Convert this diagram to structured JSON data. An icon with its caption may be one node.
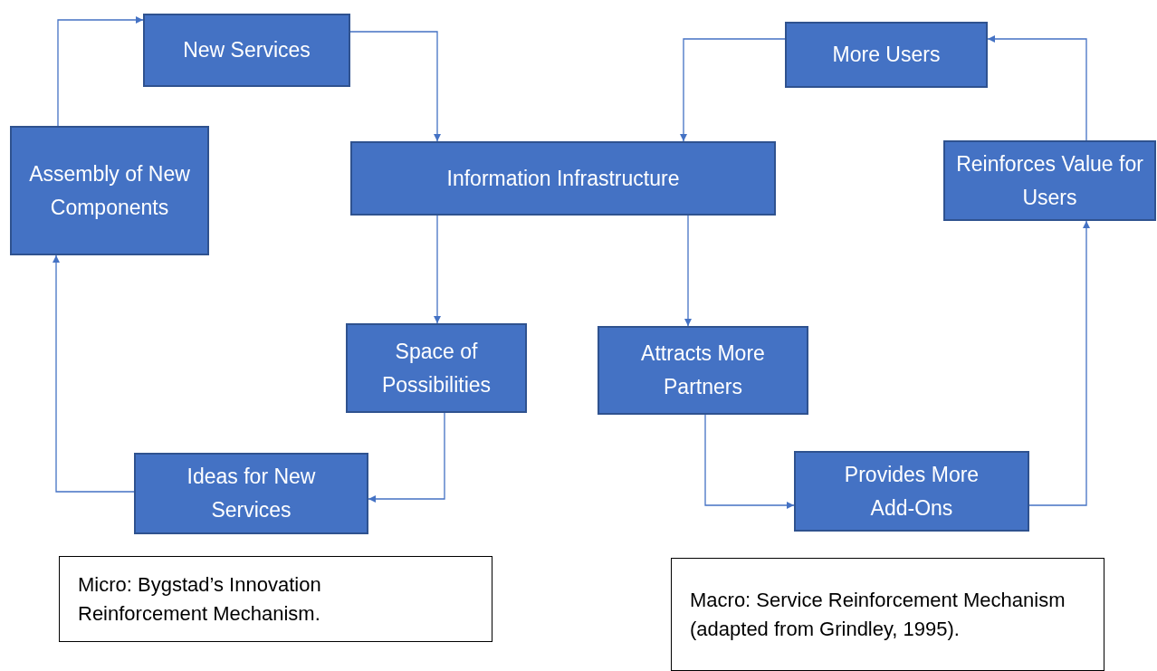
{
  "diagram": {
    "nodes": [
      {
        "text": [
          "New Services"
        ]
      },
      {
        "text": [
          "More Users"
        ]
      },
      {
        "text": [
          "Assembly of New Components"
        ]
      },
      {
        "text": [
          "Information Infrastructure"
        ]
      },
      {
        "text": [
          "Reinforces Value for Users"
        ]
      },
      {
        "text": [
          "Space of Possibilities"
        ]
      },
      {
        "text": [
          "Attracts More Partners"
        ]
      },
      {
        "text": [
          "Ideas for New Services"
        ]
      },
      {
        "text": [
          "Provides More Add-Ons"
        ]
      },
      {
        "text": [
          "Micro: Bygstad’s Innovation Reinforcement Mechanism."
        ]
      },
      {
        "text": [
          "Macro: Service Reinforcement Mechanism (adapted from Grindley, 1995)."
        ]
      }
    ],
    "edges": [
      {
        "from": 2,
        "to": 0,
        "arrow": "to"
      },
      {
        "from": 0,
        "to": 3,
        "arrow": "to"
      },
      {
        "from": 1,
        "to": 3,
        "arrow": "to"
      },
      {
        "from": 3,
        "to": 5,
        "arrow": "to"
      },
      {
        "from": 3,
        "to": 6,
        "arrow": "to"
      },
      {
        "from": 5,
        "to": 7,
        "arrow": "to"
      },
      {
        "from": 7,
        "to": 2,
        "arrow": "to"
      },
      {
        "from": 6,
        "to": 8,
        "arrow": "to"
      },
      {
        "from": 8,
        "to": 4,
        "arrow": "to"
      },
      {
        "from": 4,
        "to": 1,
        "arrow": "to"
      }
    ]
  }
}
